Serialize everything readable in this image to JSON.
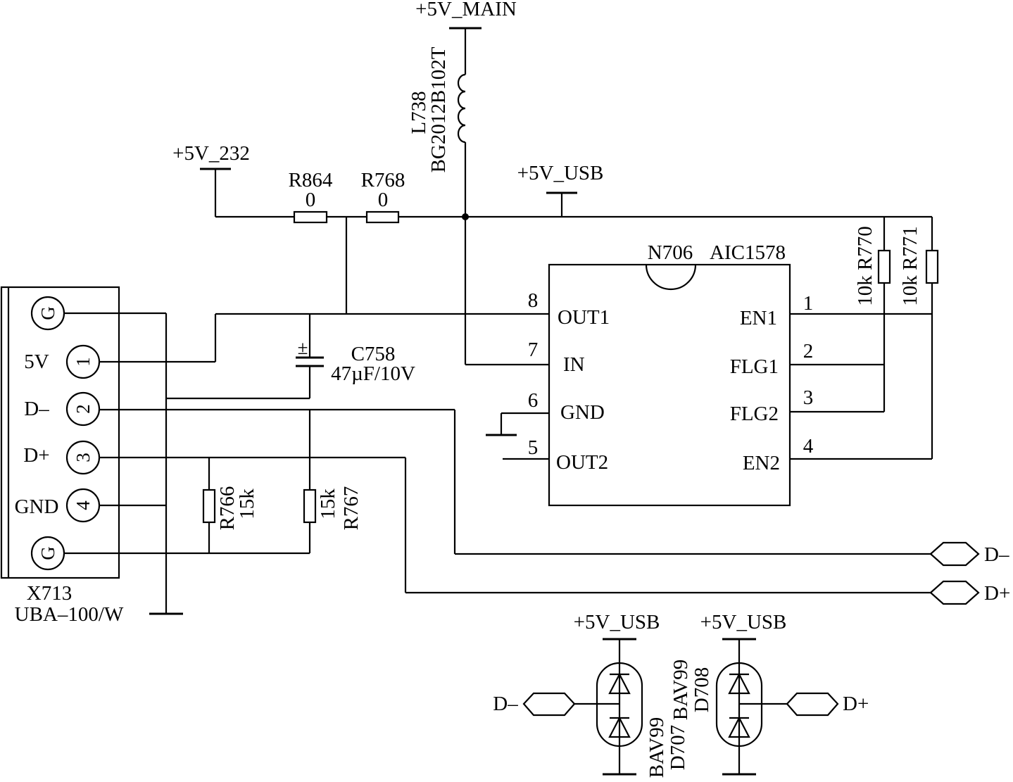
{
  "rails": {
    "main": "+5V_MAIN",
    "r232": "+5V_232",
    "usb": "+5V_USB",
    "usb_d707": "+5V_USB",
    "usb_d708": "+5V_USB"
  },
  "inductor": {
    "ref": "L738",
    "value": "BG2012B102T"
  },
  "r864": {
    "ref": "R864",
    "value": "0"
  },
  "r768": {
    "ref": "R768",
    "value": "0"
  },
  "ic": {
    "ref": "N706",
    "part": "AIC1578",
    "pins_left": [
      {
        "num": "8",
        "name": "OUT1"
      },
      {
        "num": "7",
        "name": "IN"
      },
      {
        "num": "6",
        "name": "GND"
      },
      {
        "num": "5",
        "name": "OUT2"
      }
    ],
    "pins_right": [
      {
        "num": "1",
        "name": "EN1"
      },
      {
        "num": "2",
        "name": "FLG1"
      },
      {
        "num": "3",
        "name": "FLG2"
      },
      {
        "num": "4",
        "name": "EN2"
      }
    ]
  },
  "r770": {
    "ref": "R770",
    "value": "10k"
  },
  "r771": {
    "ref": "R771",
    "value": "10k"
  },
  "c758": {
    "ref": "C758",
    "value": "47µF/10V",
    "polarity": "±"
  },
  "connector": {
    "ref": "X713",
    "part": "UBA–100/W",
    "pins": [
      {
        "circle": "G",
        "label": ""
      },
      {
        "circle": "1",
        "label": "5V"
      },
      {
        "circle": "2",
        "label": "D–"
      },
      {
        "circle": "3",
        "label": "D+"
      },
      {
        "circle": "4",
        "label": "GND"
      },
      {
        "circle": "G",
        "label": ""
      }
    ]
  },
  "r766": {
    "ref": "R766",
    "value": "15k"
  },
  "r767": {
    "ref": "R767",
    "value": "15k"
  },
  "ports": {
    "dminus_out": "D–",
    "dplus_out": "D+",
    "dminus_in": "D–",
    "dplus_in": "D+"
  },
  "d707": {
    "ref": "D707",
    "part": "BAV99"
  },
  "d708": {
    "ref": "D708",
    "part": "BAV99"
  }
}
